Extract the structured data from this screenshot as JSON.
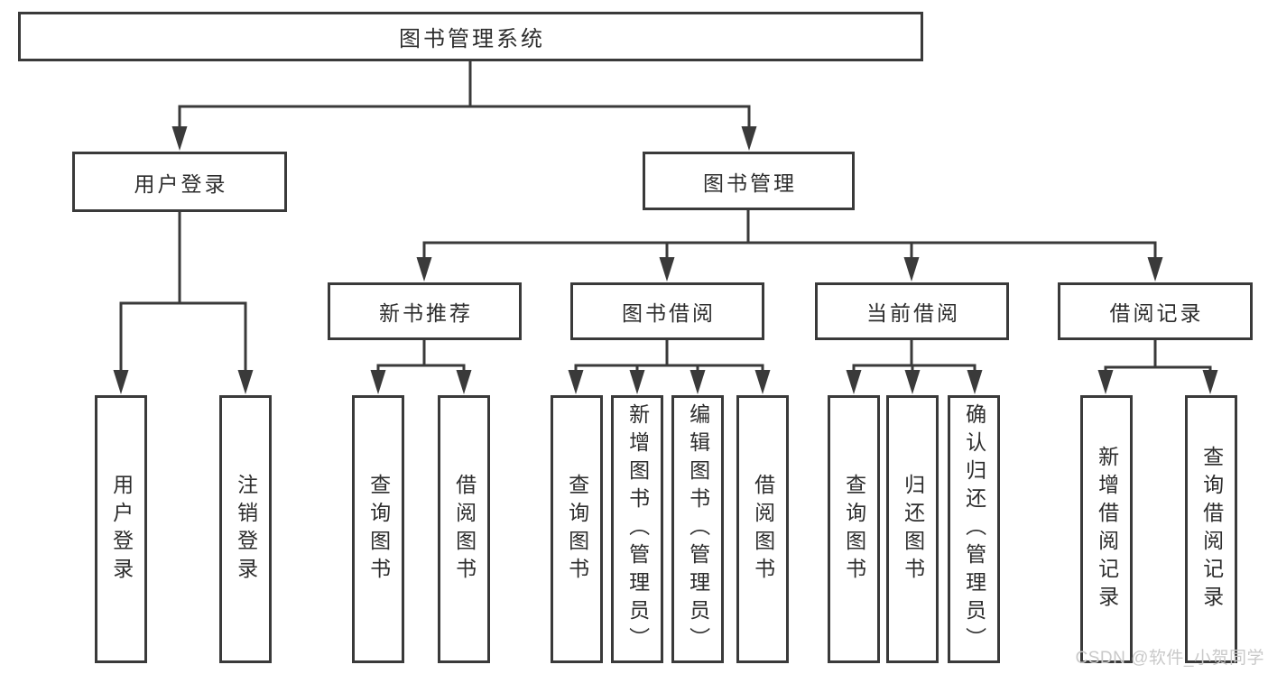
{
  "diagram": {
    "root": {
      "label": "图书管理系统"
    },
    "branches": [
      {
        "label": "用户登录",
        "children": [
          {
            "label": "用户登录"
          },
          {
            "label": "注销登录"
          }
        ]
      },
      {
        "label": "图书管理",
        "sections": [
          {
            "label": "新书推荐",
            "children": [
              {
                "label": "查询图书"
              },
              {
                "label": "借阅图书"
              }
            ]
          },
          {
            "label": "图书借阅",
            "children": [
              {
                "label": "查询图书"
              },
              {
                "label": "新增图书（管理员）"
              },
              {
                "label": "编辑图书（管理员）"
              },
              {
                "label": "借阅图书"
              }
            ]
          },
          {
            "label": "当前借阅",
            "children": [
              {
                "label": "查询图书"
              },
              {
                "label": "归还图书"
              },
              {
                "label": "确认归还（管理员）"
              }
            ]
          },
          {
            "label": "借阅记录",
            "children": [
              {
                "label": "新增借阅记录"
              },
              {
                "label": "查询借阅记录"
              }
            ]
          }
        ]
      }
    ]
  },
  "watermark": {
    "text": "CSDN @软件_小贺同学"
  },
  "colors": {
    "line": "#3a3a3a",
    "text": "#2d2d2d",
    "background": "#ffffff",
    "watermark": "#c9c9c9"
  }
}
